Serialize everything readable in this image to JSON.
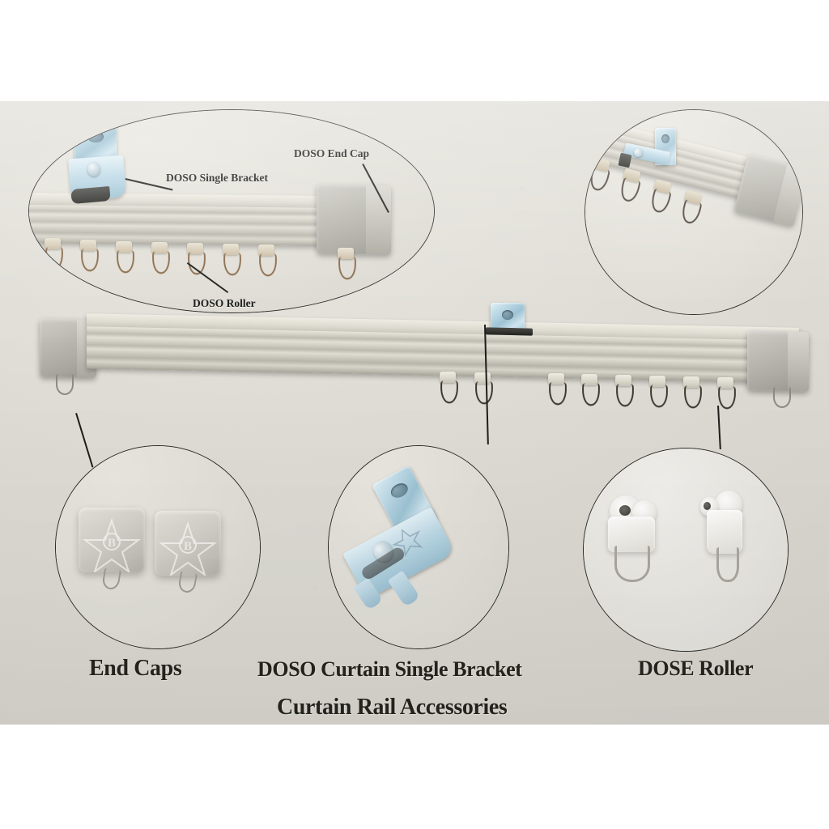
{
  "document": {
    "kind": "product-infographic",
    "subject": "Curtain Rail Accessories",
    "background_color": "#ffffff",
    "photo_background_color": "#dedcd4",
    "label_color": "#1a1a18"
  },
  "callouts": [
    {
      "id": "single-bracket",
      "text": "DOSO Single Bracket"
    },
    {
      "id": "end-cap",
      "text": "DOSO End Cap"
    },
    {
      "id": "roller",
      "text": "DOSO Roller"
    }
  ],
  "captions": [
    {
      "id": "end-caps",
      "text": "End Caps"
    },
    {
      "id": "single-bracket",
      "text": "DOSO Curtain Single Bracket"
    },
    {
      "id": "dose-roller",
      "text": "DOSE Roller"
    }
  ],
  "title": {
    "text": "Curtain Rail Accessories"
  },
  "insets": [
    {
      "id": "rail-detail-left",
      "shape": "oval",
      "description": "aluminium curtain rail with single bracket, end cap and rollers"
    },
    {
      "id": "rail-detail-right",
      "shape": "circle",
      "description": "angled view of rail with bracket and end cap"
    },
    {
      "id": "end-caps",
      "shape": "circle",
      "description": "two grey end caps with star logo"
    },
    {
      "id": "single-bracket",
      "shape": "circle",
      "description": "galvanised steel single bracket with screw"
    },
    {
      "id": "dose-roller",
      "shape": "circle",
      "description": "two white plastic rollers with metal hooks"
    }
  ],
  "main_product": {
    "id": "curtain-rail",
    "name": "aluminium curtain rail",
    "roller_count": 11,
    "bracket_count": 1,
    "end_cap_count": 2
  },
  "logo": {
    "mark": "star",
    "letter": "B"
  }
}
